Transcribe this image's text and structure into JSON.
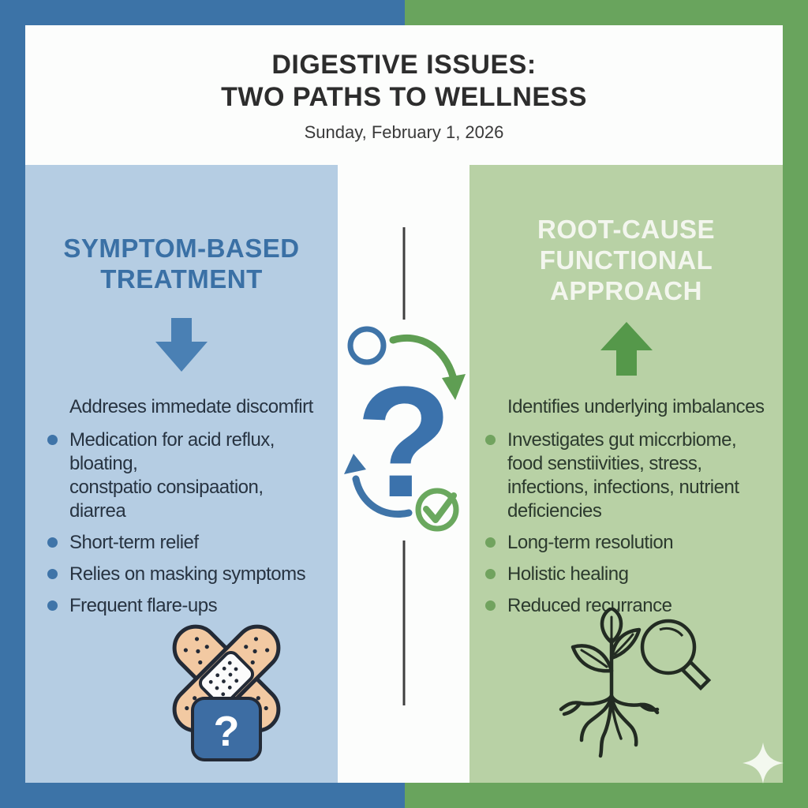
{
  "header": {
    "title_line1": "DIGESTIVE ISSUES:",
    "title_line2": "TWO PATHS TO WELLNESS",
    "date": "Sunday, February 1, 2026"
  },
  "left_panel": {
    "heading_line1": "SYMPTOM-BASED",
    "heading_line2": "TREATMENT",
    "intro": "Addreses immedate discomfirt",
    "bullets": [
      "Medication for acid reflux,\nbloating,\nconstpatio consipaation,\ndiarrea",
      "Short-term relief",
      "Relies on masking symptoms",
      "Frequent flare-ups"
    ]
  },
  "right_panel": {
    "heading_line1": "ROOT-CAUSE",
    "heading_line2": "FUNCTIONAL",
    "heading_line3": "APPROACH",
    "intro": "Identifies underlying imbalances",
    "bullets": [
      "Investigates gut miccrbiome,\nfood senstiivities, stress,\ninfections, infections, nutrient\ndeficiencies",
      "Long-term resolution",
      "Holistic healing",
      "Reduced recurrance"
    ]
  },
  "center": {
    "question_glyph": "?"
  },
  "icons": {
    "left_direction": "down-arrow",
    "right_direction": "up-arrow",
    "center_motifs": [
      "outline-circle",
      "curved-arrow-right-down",
      "question-mark",
      "curved-arrow-left-up",
      "check-circle"
    ],
    "left_footer": "crossed-bandages-with-question-badge",
    "right_footer": "plant-with-roots-and-magnifier",
    "corner": "sparkle"
  },
  "colors": {
    "border_blue": "#3c73a7",
    "border_green": "#69a45d",
    "panel_blue": "#b5cde3",
    "panel_green": "#b8d1a5",
    "heading_blue": "#3a70a5",
    "arrow_blue": "#4a80b4",
    "arrow_green": "#55984a",
    "question_blue": "#3b72ac",
    "check_green": "#6aa85e"
  }
}
